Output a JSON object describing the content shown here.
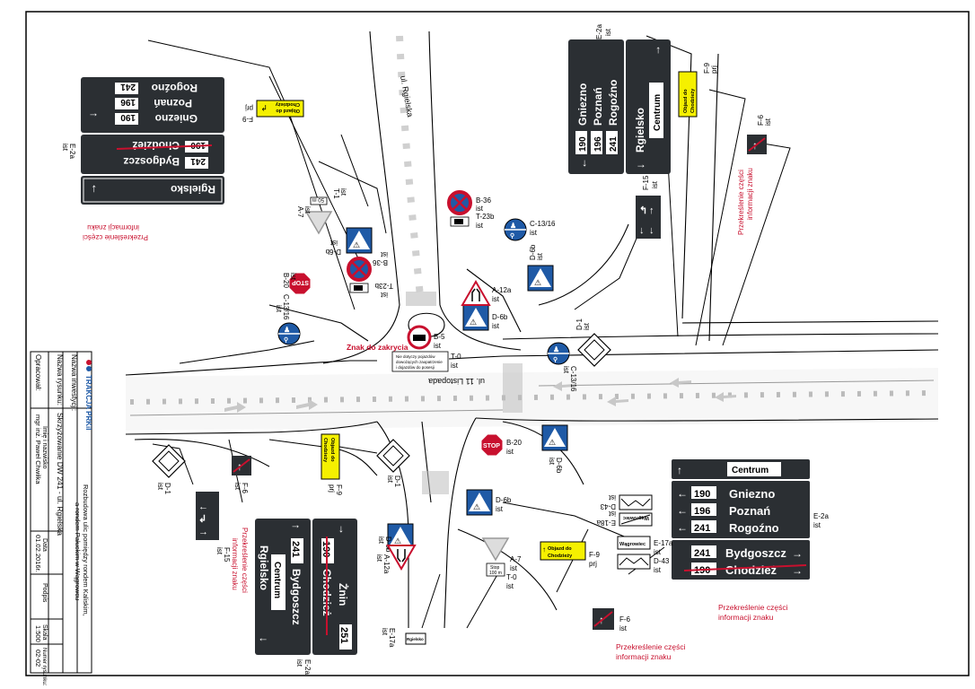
{
  "title_block": {
    "company": "TRAKCJA PRKiI",
    "nazwa_inwestycji_label": "Nazwa inwestycji:",
    "nazwa_inwestycji_1": "Rozbudowa ulic pomiędzy rondem Kaliskim,",
    "nazwa_inwestycji_2": "a rondem Pałuckim w Wągrowcu",
    "nazwa_rysunku_label": "Nazwa rysunku:",
    "nazwa_rysunku": "Skrzyżowanie DW 241 - ul. Rgielska",
    "h_imie": "Imię i nazwisko",
    "h_data": "Data",
    "h_podpis": "Podpis",
    "h_skala": "Skala",
    "h_numer": "Numer rysunku:",
    "opracowal_label": "Opracował:",
    "author": "mgr inż. Paweł Chwiłka",
    "date": "01.02.2016r.",
    "scale": "1:500",
    "drawing_number": "02-02"
  },
  "streets": {
    "rgielska": "ul. Rgielska",
    "listopada": "ul. 11 Listopada"
  },
  "codes": {
    "e2a": "E-2a",
    "f6": "F-6",
    "f9": "F-9",
    "f15": "F-15",
    "b36": "B-36",
    "t23b": "T-23b",
    "a7": "A-7",
    "t1": "T-1",
    "d6b": "D-6b",
    "b20": "B-20",
    "c1316": "C-13/16",
    "a12a": "A-12a",
    "b5": "B-5",
    "t0": "T-0",
    "d1": "D-1",
    "e17a": "E-17a",
    "d43": "D-43",
    "e18a": "E-18a"
  },
  "status": {
    "ist": "ist",
    "prj": "prj"
  },
  "annotations": {
    "crossout_1": "Przekreślenie części",
    "crossout_2": "informacji znaku",
    "zakrycie": "Znak do zakrycia"
  },
  "direction_signs": {
    "gniezno": "Gniezno",
    "poznan": "Poznań",
    "rogozno": "Rogoźno",
    "bydgoszcz": "Bydgoszcz",
    "chodziez": "Chodzież",
    "rgielsko": "Rgielsko",
    "centrum": "Centrum",
    "znin": "Żnin",
    "r190": "190",
    "r196": "196",
    "r241": "241",
    "r251": "251"
  },
  "small_signs": {
    "objazd_1": "Objazd do",
    "objazd_2": "Chodzieży",
    "stop": "STOP",
    "wagrowiec": "Wągrowiec",
    "rgielsko_small": "Rgielsko",
    "stop_100m_1": "Stop",
    "stop_100m_2": "100 m",
    "dist_50m": "50 m",
    "b5_plate_1": "Nie dotyczy pojazdów",
    "b5_plate_2": "dowożących zaopatrzenie",
    "b5_plate_3": "i dojazdów do posesji"
  },
  "colors": {
    "sign_dark": "#2b2f33",
    "annotation_red": "#c8102e",
    "objazd_yellow": "#f5f000"
  }
}
